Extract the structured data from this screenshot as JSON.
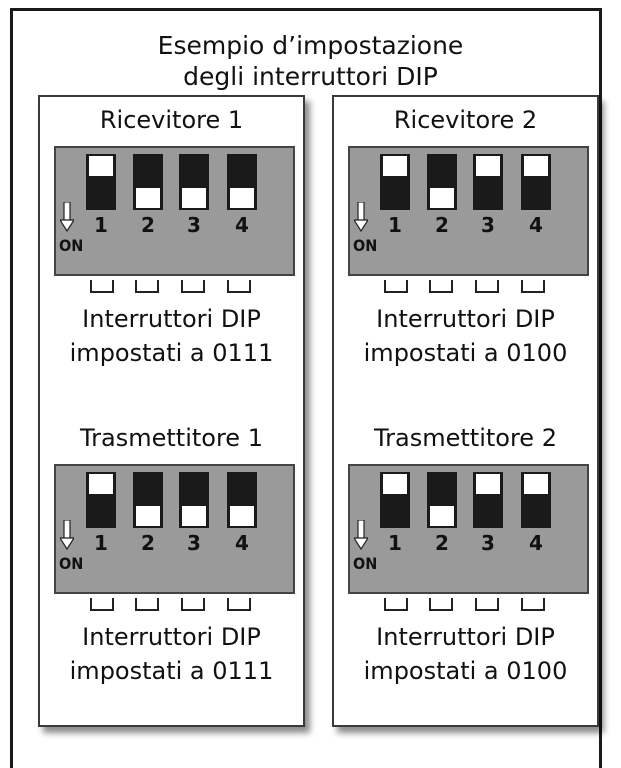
{
  "title": {
    "line1": "Esempio d’impostazione",
    "line2": "degli interruttori DIP"
  },
  "on_label": "ON",
  "switch_numbers": [
    "1",
    "2",
    "3",
    "4"
  ],
  "units": [
    {
      "heading": "Ricevitore 1",
      "switches": [
        "off",
        "on",
        "on",
        "on"
      ],
      "caption_line1": "Interruttori DIP",
      "caption_line2": "impostati a 0111"
    },
    {
      "heading": "Trasmettitore 1",
      "switches": [
        "off",
        "on",
        "on",
        "on"
      ],
      "caption_line1": "Interruttori DIP",
      "caption_line2": "impostati a 0111"
    },
    {
      "heading": "Ricevitore 2",
      "switches": [
        "off",
        "on",
        "off",
        "off"
      ],
      "caption_line1": "Interruttori DIP",
      "caption_line2": "impostati a 0100"
    },
    {
      "heading": "Trasmettitore 2",
      "switches": [
        "off",
        "on",
        "off",
        "off"
      ],
      "caption_line1": "Interruttori DIP",
      "caption_line2": "impostati a 0100"
    }
  ],
  "colors": {
    "switch_body": "#1a1a1a",
    "switch_knob": "#ffffff",
    "block": "#9a9a9a"
  }
}
